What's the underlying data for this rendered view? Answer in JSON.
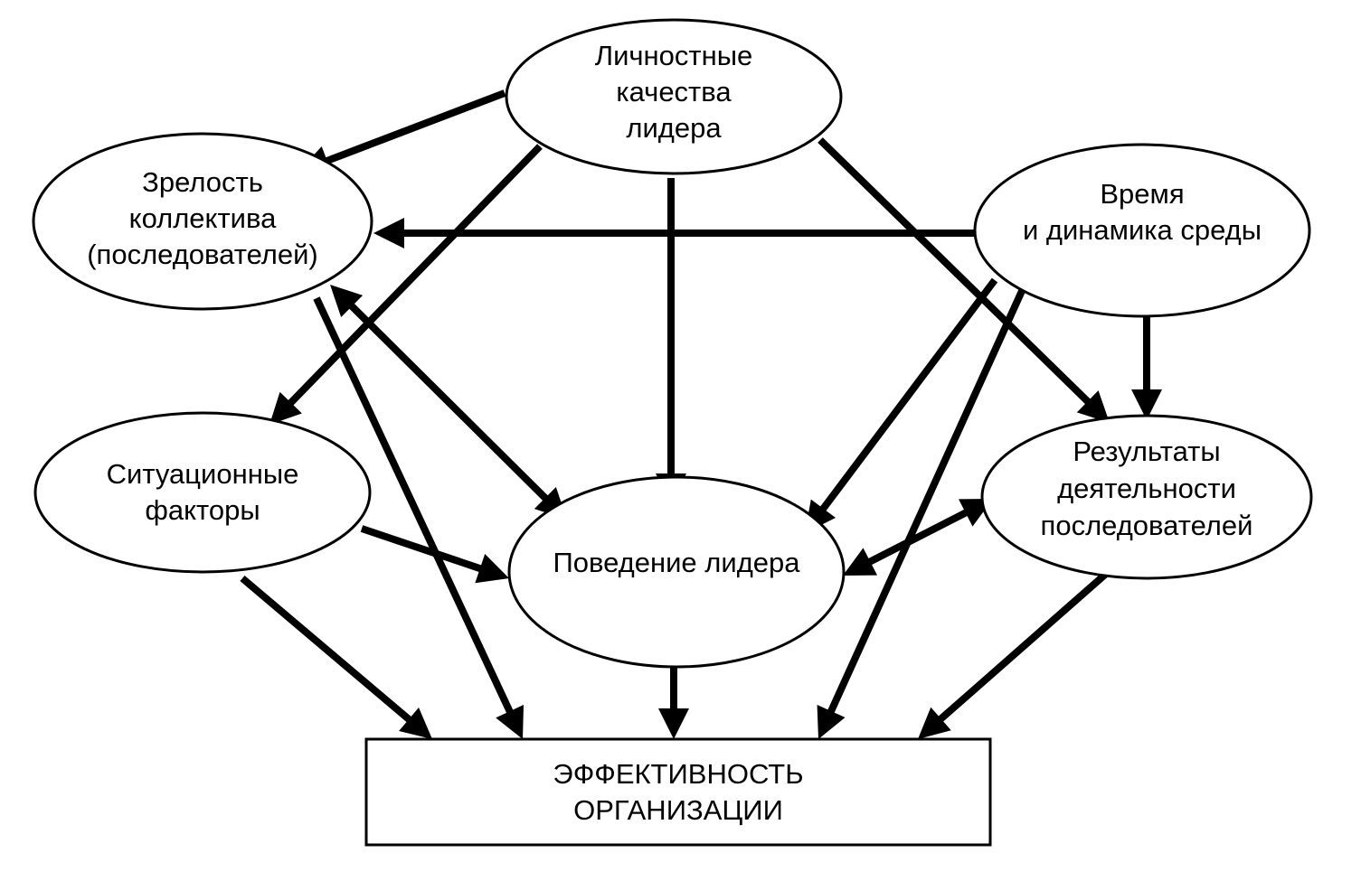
{
  "diagram": {
    "nodes": {
      "leader_qualities": {
        "lines": [
          "Личностные",
          "качества",
          "лидера"
        ]
      },
      "team_maturity": {
        "lines": [
          "Зрелость",
          "коллектива",
          "(последователей)"
        ]
      },
      "time_dynamics": {
        "lines": [
          "Время",
          "и динамика среды"
        ]
      },
      "situational_factors": {
        "lines": [
          "Ситуационные",
          "факторы"
        ]
      },
      "leader_behavior": {
        "lines": [
          "Поведение лидера"
        ]
      },
      "follower_results": {
        "lines": [
          "Результаты",
          "деятельности",
          "последователей"
        ]
      },
      "org_effectiveness": {
        "lines": [
          "ЭФФЕКТИВНОСТЬ",
          "ОРГАНИЗАЦИИ"
        ]
      }
    },
    "edges": [
      {
        "from": "leader_qualities",
        "to": "team_maturity"
      },
      {
        "from": "leader_qualities",
        "to": "situational_factors"
      },
      {
        "from": "leader_qualities",
        "to": "leader_behavior"
      },
      {
        "from": "leader_qualities",
        "to": "follower_results"
      },
      {
        "from": "time_dynamics",
        "to": "team_maturity"
      },
      {
        "from": "time_dynamics",
        "to": "leader_behavior"
      },
      {
        "from": "time_dynamics",
        "to": "follower_results"
      },
      {
        "from": "time_dynamics",
        "to": "org_effectiveness"
      },
      {
        "from": "team_maturity",
        "to": "leader_behavior",
        "bidirectional": true
      },
      {
        "from": "team_maturity",
        "to": "org_effectiveness"
      },
      {
        "from": "situational_factors",
        "to": "leader_behavior"
      },
      {
        "from": "situational_factors",
        "to": "org_effectiveness"
      },
      {
        "from": "leader_behavior",
        "to": "follower_results",
        "bidirectional": true
      },
      {
        "from": "leader_behavior",
        "to": "org_effectiveness"
      },
      {
        "from": "follower_results",
        "to": "org_effectiveness"
      }
    ]
  }
}
